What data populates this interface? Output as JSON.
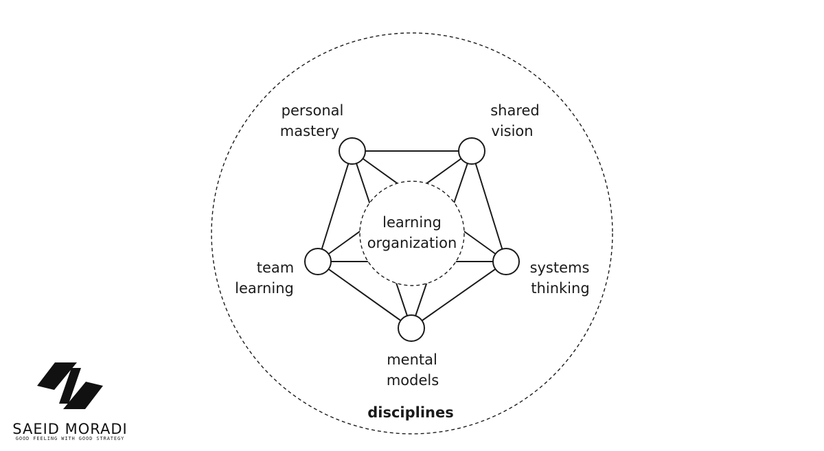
{
  "diagram": {
    "center_label": [
      "learning",
      "organization"
    ],
    "outer_label": "disciplines",
    "nodes": [
      {
        "id": "personal-mastery",
        "label": [
          "personal",
          "mastery"
        ]
      },
      {
        "id": "shared-vision",
        "label": [
          "shared",
          "vision"
        ]
      },
      {
        "id": "systems-thinking",
        "label": [
          "systems",
          "thinking"
        ]
      },
      {
        "id": "mental-models",
        "label": [
          "mental",
          "models"
        ]
      },
      {
        "id": "team-learning",
        "label": [
          "team",
          "learning"
        ]
      }
    ]
  },
  "brand": {
    "name": "SAEID MORADI",
    "tagline": "GOOD FEELING WITH GOOD STRATEGY",
    "logo_icon": "sm-monogram-icon"
  },
  "colors": {
    "stroke": "#1a1a1a",
    "background": "#ffffff"
  }
}
